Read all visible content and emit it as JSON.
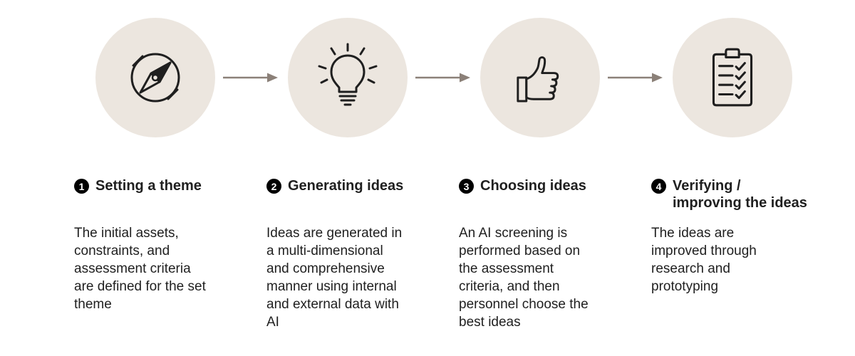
{
  "colors": {
    "circle_bg": "#ece6df",
    "arrow": "#8b8078",
    "ink": "#1f1f1f",
    "badge_bg": "#000000",
    "badge_text": "#ffffff"
  },
  "steps": [
    {
      "number": "1",
      "icon": "compass-icon",
      "title": "Setting a theme",
      "description": "The initial assets, constraints, and assessment criteria are defined for the set theme"
    },
    {
      "number": "2",
      "icon": "lightbulb-icon",
      "title": "Generating ideas",
      "description": "Ideas are generated in a multi-dimensional and comprehensive manner using internal and external data with AI"
    },
    {
      "number": "3",
      "icon": "thumbs-up-icon",
      "title": "Choosing ideas",
      "description": "An AI screening is performed based on the assessment criteria, and then personnel choose the best ideas"
    },
    {
      "number": "4",
      "icon": "clipboard-checklist-icon",
      "title": "Verifying / improving the ideas",
      "description": "The ideas are improved through research and prototyping"
    }
  ]
}
